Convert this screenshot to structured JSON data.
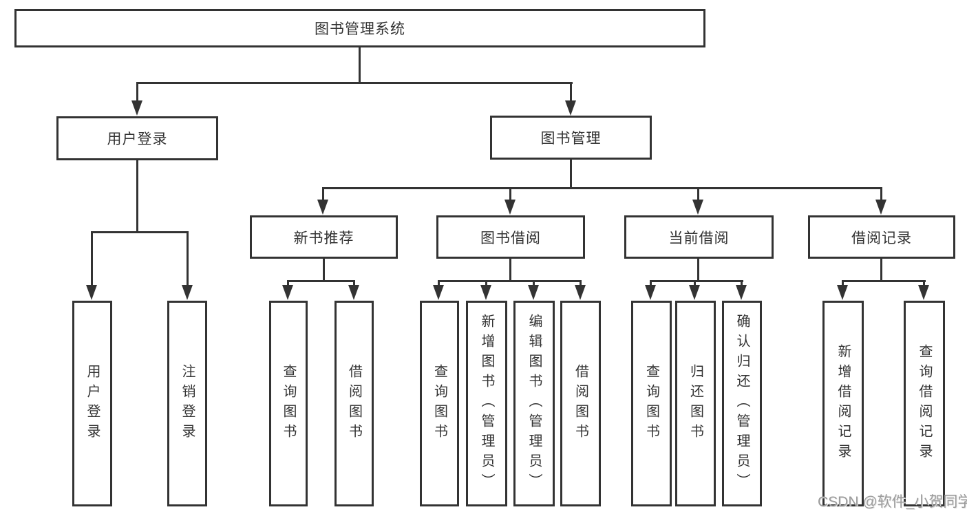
{
  "nodes": {
    "root": "图书管理系统",
    "user_login": "用户登录",
    "book_mgmt": "图书管理",
    "new_book": "新书推荐",
    "book_borrow": "图书借阅",
    "current_borrow": "当前借阅",
    "borrow_record": "借阅记录",
    "leaf_user_login": "用户登录",
    "leaf_logout": "注销登录",
    "leaf_nb_query": "查询图书",
    "leaf_nb_borrow": "借阅图书",
    "leaf_bb_query": "查询图书",
    "leaf_bb_add": "新增图书（管理员）",
    "leaf_bb_edit": "编辑图书（管理员）",
    "leaf_bb_borrow": "借阅图书",
    "leaf_cb_query": "查询图书",
    "leaf_cb_return": "归还图书",
    "leaf_cb_confirm": "确认归还（管理员）",
    "leaf_br_add": "新增借阅记录",
    "leaf_br_query": "查询借阅记录"
  },
  "watermark": "CSDN @软件_小贺同学",
  "colors": {
    "line": "#333333",
    "text": "#333333",
    "background": "#ffffff",
    "watermark": "#9b9b9b"
  }
}
